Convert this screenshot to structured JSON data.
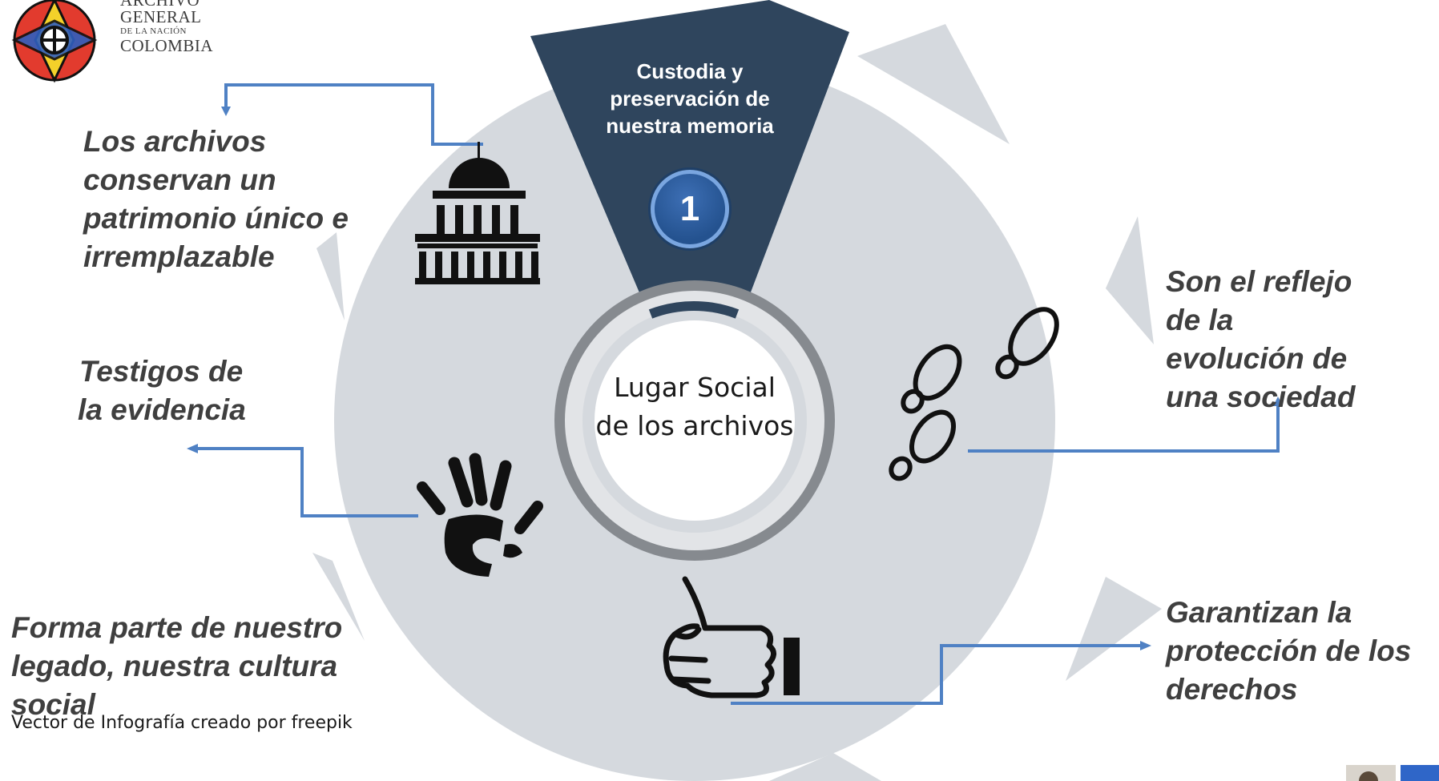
{
  "logo": {
    "line1": "ARCHIVO",
    "line2": "GENERAL",
    "line3": "DE LA NACIÓN",
    "line4": "COLOMBIA"
  },
  "center": {
    "line1": "Lugar Social",
    "line2": "de los archivos"
  },
  "top_segment": {
    "line1": "Custodia y",
    "line2": "preservación de",
    "line3": "nuestra memoria",
    "number": "1"
  },
  "labels": {
    "archivos": [
      "Los archivos",
      "conservan un",
      "patrimonio único e",
      "irremplazable"
    ],
    "testigos": [
      "Testigos de",
      "la evidencia"
    ],
    "legado": [
      "Forma parte de nuestro",
      "legado, nuestra cultura",
      "social"
    ],
    "reflejo": [
      "Son el reflejo",
      "de la",
      "evolución de",
      "una sociedad"
    ],
    "derechos": [
      "Garantizan la",
      "protección de los",
      "derechos"
    ]
  },
  "credit": "Vector de Infografía creado por freepik",
  "colors": {
    "ring": "#d5d9de",
    "inner_ring": "#e2e4e7",
    "dark_segment": "#2f455d",
    "connector": "#4f81c4",
    "icon": "#111111",
    "label_text": "#3f3f3f"
  },
  "icons": [
    "building-icon",
    "hand-icon",
    "footprints-icon",
    "thumbs-up-icon"
  ]
}
